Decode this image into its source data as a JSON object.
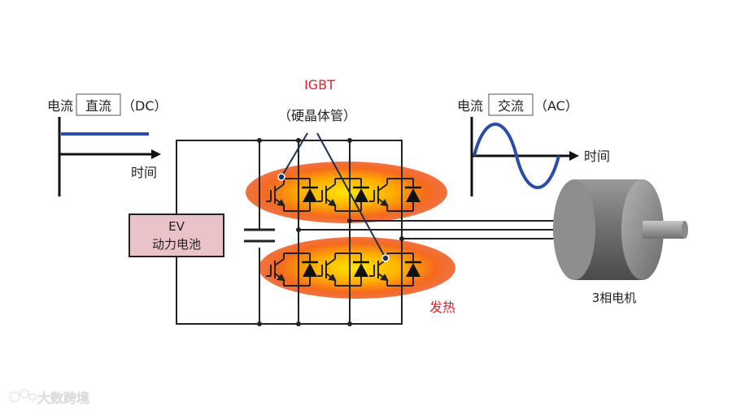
{
  "dc_graph": {
    "prefix": "电流",
    "boxed_label": "直流",
    "suffix": "（DC）",
    "time_label": "时间",
    "line_color": "#2b4da8"
  },
  "ac_graph": {
    "prefix": "电流",
    "boxed_label": "交流",
    "suffix": "（AC）",
    "time_label": "时间",
    "wave_color": "#2b4da8"
  },
  "battery": {
    "line1": "EV",
    "line2": "动力电池",
    "fill_color": "#e9c3c7"
  },
  "igbt": {
    "title": "IGBT",
    "subtitle": "（硬晶体管）",
    "title_color": "#e0202a"
  },
  "heat_label": {
    "text": "发热",
    "color": "#e0202a"
  },
  "motor": {
    "label": "3相电机"
  },
  "watermark": {
    "text": "大数跨境"
  }
}
